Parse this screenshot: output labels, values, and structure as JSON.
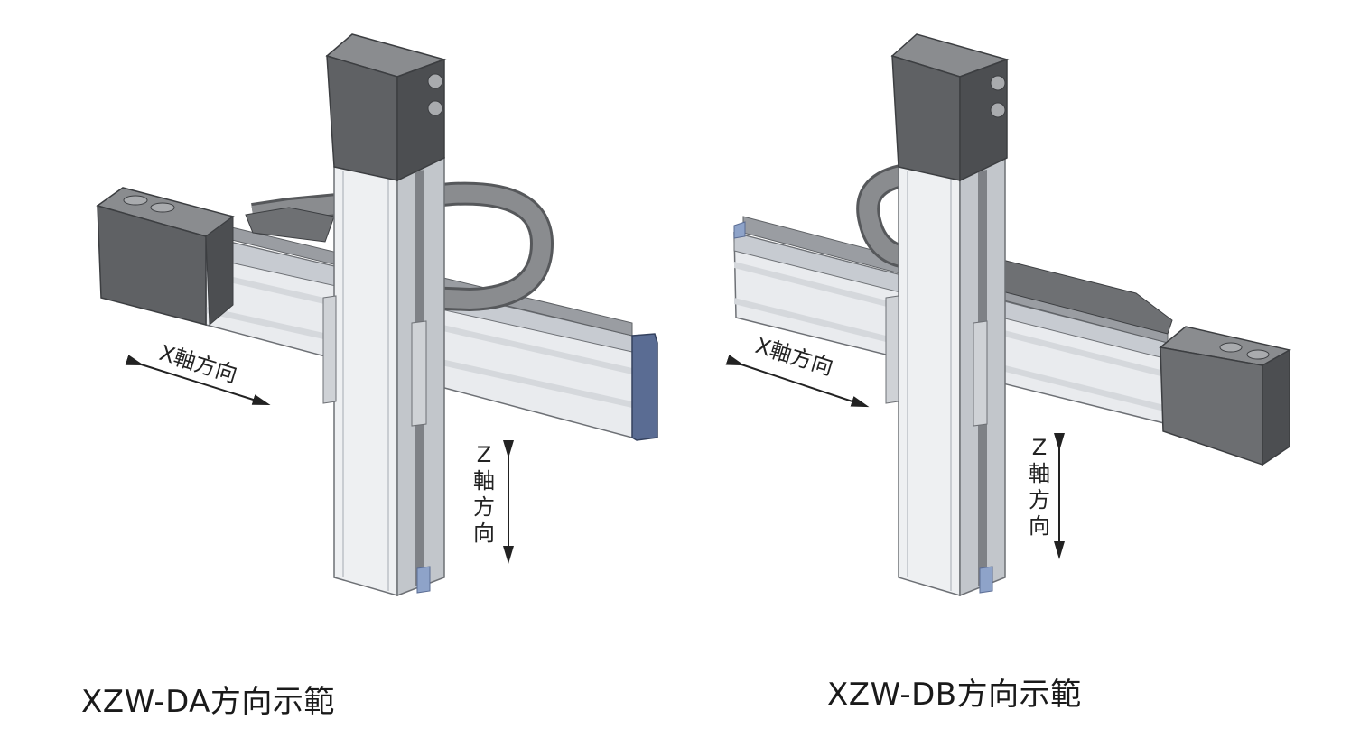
{
  "figures": [
    {
      "id": "da",
      "caption": "XZW-DA方向示範",
      "x_axis_label": "X軸方向",
      "z_axis_label": [
        "Z",
        "軸",
        "方",
        "向"
      ]
    },
    {
      "id": "db",
      "caption": "XZW-DB方向示範",
      "x_axis_label": "X軸方向",
      "z_axis_label": [
        "Z",
        "軸",
        "方",
        "向"
      ]
    }
  ],
  "colors": {
    "motor_dark": "#5f6164",
    "motor_mid": "#7b7d80",
    "rail_light": "#eef0f2",
    "rail_shade": "#c9cdd2",
    "end_cap_blue": "#5a6c93",
    "cable_chain": "#8a8c8f"
  }
}
